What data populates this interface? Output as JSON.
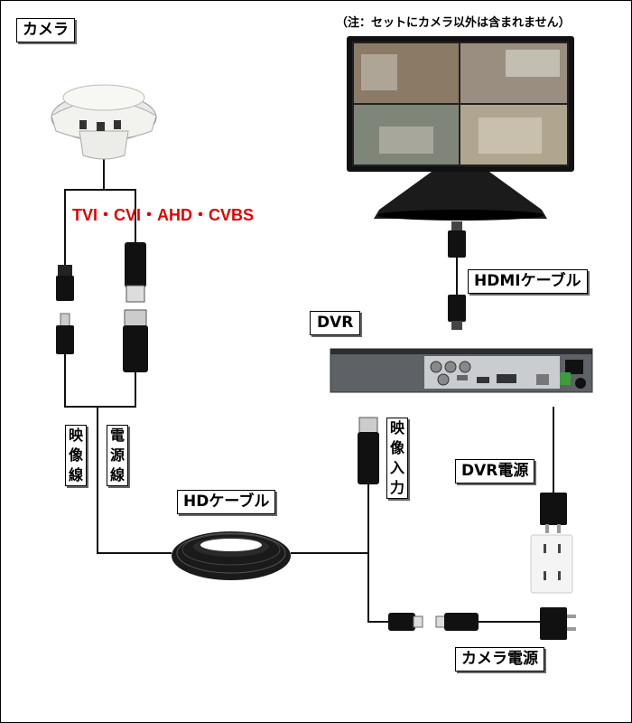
{
  "labels": {
    "camera": "カメラ",
    "note": "（注：セットにカメラ以外は含まれません）",
    "signal_types": "TVI・CVI・AHD・CVBS",
    "hdmi_cable": "HDMIケーブル",
    "dvr": "DVR",
    "video_line": [
      "映",
      "像",
      "線"
    ],
    "power_line": [
      "電",
      "源",
      "線"
    ],
    "video_input": [
      "映",
      "像",
      "入",
      "力"
    ],
    "dvr_power": "DVR電源",
    "hd_cable": "HDケーブル",
    "camera_power": "カメラ電源"
  }
}
